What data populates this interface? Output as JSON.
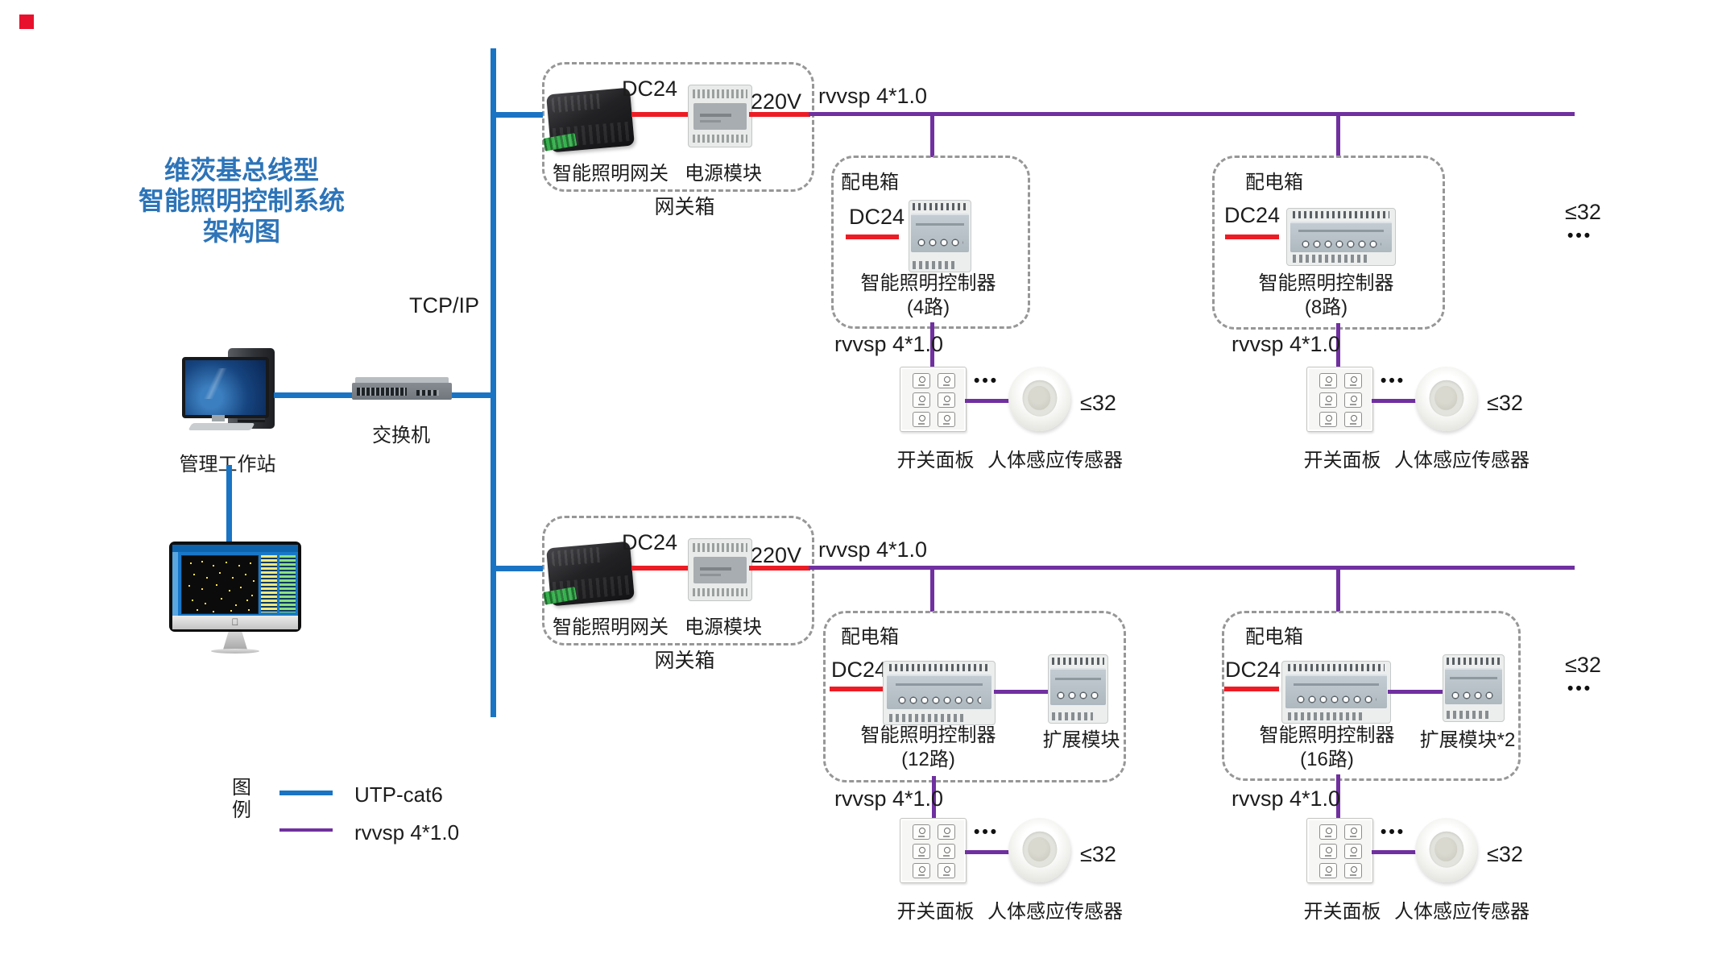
{
  "colors": {
    "blue": "#1a74c4",
    "purple": "#7030a0",
    "red": "#ed1c24",
    "titleBlue": "#2d74b8",
    "logoRed": "#e8112d"
  },
  "title": {
    "lines": [
      "维茨基总线型",
      "智能照明控制系统",
      "架构图"
    ]
  },
  "backbone": {
    "tcp_label": "TCP/IP"
  },
  "workstation": {
    "label": "管理工作站"
  },
  "switch": {
    "label": "交换机"
  },
  "legend": {
    "heading": "图例",
    "items": [
      {
        "label": "UTP-cat6",
        "color": "#1a74c4"
      },
      {
        "label": "rvvsp 4*1.0",
        "color": "#7030a0"
      }
    ]
  },
  "gateways": [
    {
      "dc": "DC24",
      "ac": "220V",
      "device": "智能照明网关",
      "psu": "电源模块",
      "box": "网关箱",
      "bus": "rvvsp 4*1.0"
    },
    {
      "dc": "DC24",
      "ac": "220V",
      "device": "智能照明网关",
      "psu": "电源模块",
      "box": "网关箱",
      "bus": "rvvsp 4*1.0"
    }
  ],
  "dist_boxes": [
    {
      "title": "配电箱",
      "dc": "DC24",
      "controller": "智能照明控制器",
      "channels": "(4路)",
      "drop": "rvvsp 4*1.0"
    },
    {
      "title": "配电箱",
      "dc": "DC24",
      "controller": "智能照明控制器",
      "channels": "(8路)",
      "drop": "rvvsp 4*1.0"
    },
    {
      "title": "配电箱",
      "dc": "DC24",
      "controller": "智能照明控制器",
      "channels": "(12路)",
      "expansion": "扩展模块",
      "drop": "rvvsp 4*1.0"
    },
    {
      "title": "配电箱",
      "dc": "DC24",
      "controller": "智能照明控制器",
      "channels": "(16路)",
      "expansion": "扩展模块*2",
      "drop": "rvvsp 4*1.0"
    }
  ],
  "panels": [
    {
      "label": "开关面板",
      "sensor": "人体感应传感器",
      "limit": "≤32",
      "dots": "•••"
    },
    {
      "label": "开关面板",
      "sensor": "人体感应传感器",
      "limit": "≤32",
      "dots": "•••"
    },
    {
      "label": "开关面板",
      "sensor": "人体感应传感器",
      "limit": "≤32",
      "dots": "•••"
    },
    {
      "label": "开关面板",
      "sensor": "人体感应传感器",
      "limit": "≤32",
      "dots": "•••"
    }
  ],
  "bus_limits": [
    {
      "limit": "≤32",
      "dots": "•••"
    },
    {
      "limit": "≤32",
      "dots": "•••"
    }
  ]
}
